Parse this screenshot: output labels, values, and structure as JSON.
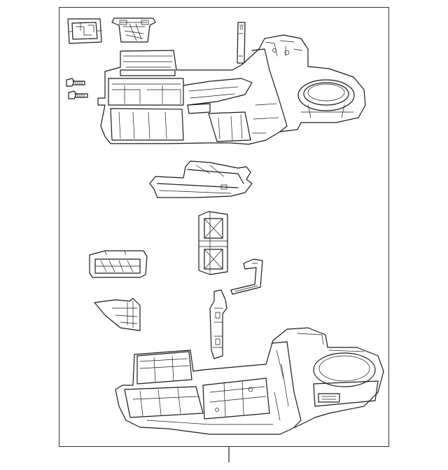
{
  "diagram": {
    "kind": "exploded parts illustration",
    "line_color": "#1a1a1a",
    "background": "#ffffff",
    "frame_border_color": "#333333",
    "parts": [
      {
        "id": "bracket-clip",
        "icon": "bracket-clip-icon"
      },
      {
        "id": "door-actuator",
        "icon": "door-actuator-icon"
      },
      {
        "id": "rod",
        "icon": "rod-icon"
      },
      {
        "id": "screw-upper",
        "icon": "screw-icon"
      },
      {
        "id": "screw-lower",
        "icon": "screw-icon"
      },
      {
        "id": "upper-housing",
        "icon": "upper-housing-icon"
      },
      {
        "id": "duct-cover",
        "icon": "duct-cover-icon"
      },
      {
        "id": "center-door",
        "icon": "center-door-icon"
      },
      {
        "id": "small-vent",
        "icon": "vent-icon"
      },
      {
        "id": "bent-bracket",
        "icon": "bent-bracket-icon"
      },
      {
        "id": "seal-flap",
        "icon": "seal-flap-icon"
      },
      {
        "id": "long-door",
        "icon": "long-door-icon"
      },
      {
        "id": "lower-housing",
        "icon": "lower-housing-icon"
      }
    ]
  }
}
